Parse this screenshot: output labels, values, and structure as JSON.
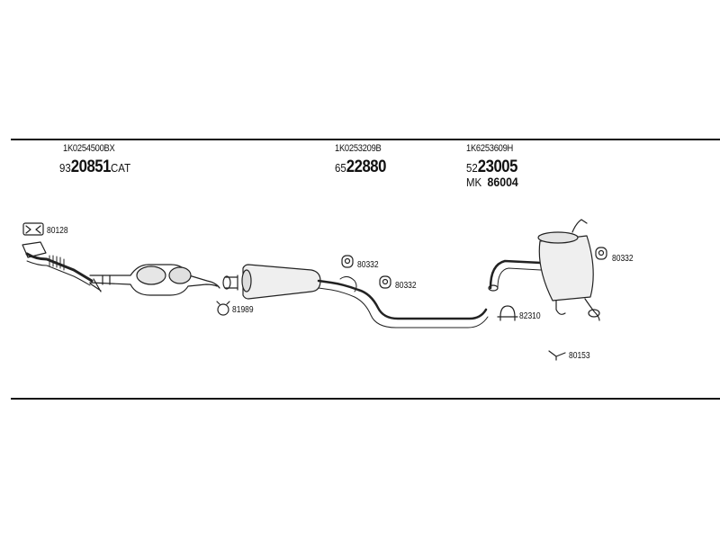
{
  "parts": [
    {
      "oe": "1K0254500BX",
      "prefix": "93",
      "number": "20851",
      "suffix": "CAT"
    },
    {
      "oe": "1K0253209B",
      "prefix": "65",
      "number": "22880",
      "suffix": ""
    },
    {
      "oe": "1K6253609H",
      "prefix": "52",
      "number": "23005",
      "suffix": ""
    }
  ],
  "mounting_kit": {
    "prefix": "MK",
    "number": "86004"
  },
  "accessories": [
    {
      "code": "80128",
      "icon": "gasket-icon"
    },
    {
      "code": "81989",
      "icon": "clamp-ring-icon"
    },
    {
      "code": "80332",
      "icon": "rubber-hanger-icon"
    },
    {
      "code": "80332",
      "icon": "rubber-hanger-icon"
    },
    {
      "code": "80332",
      "icon": "rubber-hanger-icon"
    },
    {
      "code": "82310",
      "icon": "u-clamp-icon"
    },
    {
      "code": "80153",
      "icon": "bracket-icon"
    }
  ]
}
